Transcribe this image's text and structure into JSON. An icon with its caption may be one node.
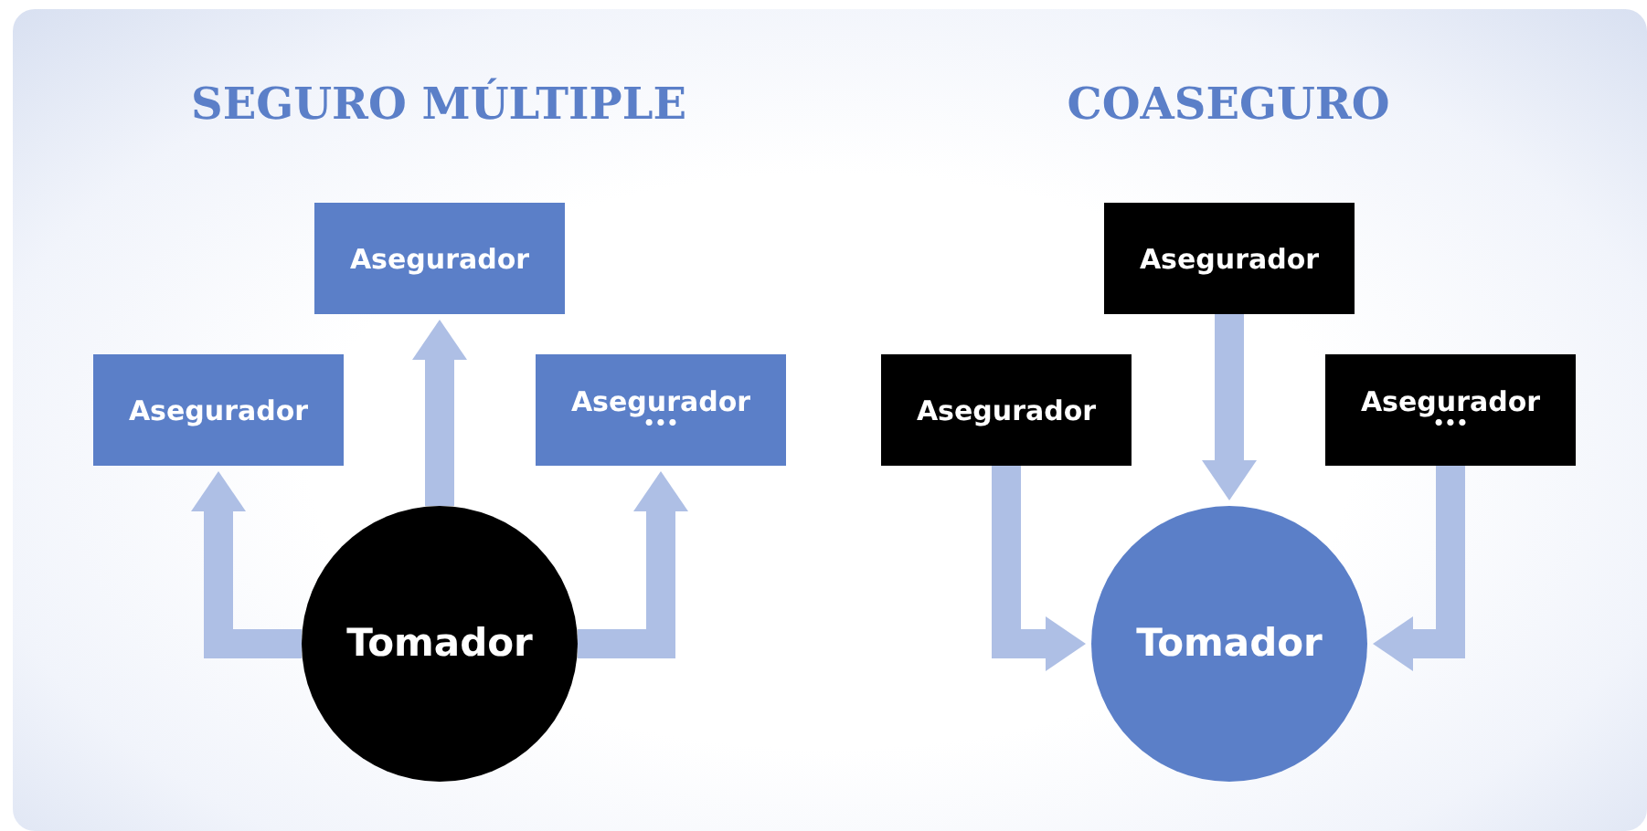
{
  "diagram": {
    "nodes": [
      {
        "text": [
          "Asegurador"
        ]
      },
      {
        "text": [
          "Asegurador"
        ]
      },
      {
        "text": [
          "Asegurador",
          "•••"
        ]
      },
      {
        "text": [
          "Tomador"
        ]
      },
      {
        "text": [
          "Asegurador"
        ]
      },
      {
        "text": [
          "Asegurador"
        ]
      },
      {
        "text": [
          "Asegurador",
          "•••"
        ]
      },
      {
        "text": [
          "Tomador"
        ]
      }
    ],
    "edges": [
      {
        "from": 3,
        "to": 1,
        "arrow": "to"
      },
      {
        "from": 3,
        "to": 0,
        "arrow": "to"
      },
      {
        "from": 3,
        "to": 2,
        "arrow": "to"
      },
      {
        "from": 5,
        "to": 7,
        "arrow": "to"
      },
      {
        "from": 4,
        "to": 7,
        "arrow": "to"
      },
      {
        "from": 6,
        "to": 7,
        "arrow": "to"
      }
    ],
    "labels": [
      "SEGURO MÚLTIPLE",
      "COASEGURO"
    ]
  }
}
